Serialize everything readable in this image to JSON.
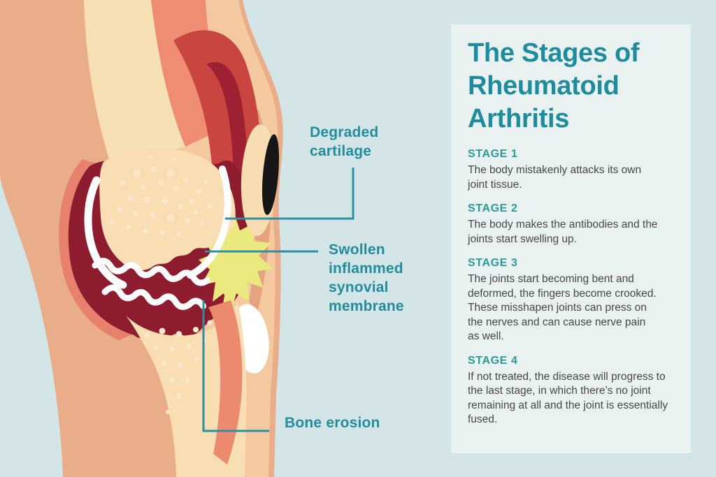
{
  "panel": {
    "title": "The Stages of\nRheumatoid\nArthritis",
    "stages": [
      {
        "heading": "STAGE 1",
        "body": "The body mistakenly attacks its own\njoint tissue."
      },
      {
        "heading": "STAGE 2",
        "body": "The body makes the antibodies and the\njoints start swelling up."
      },
      {
        "heading": "STAGE 3",
        "body": "The joints start becoming bent and\ndeformed, the fingers become crooked.\nThese misshapen joints can press on\nthe nerves and can cause nerve pain\nas well."
      },
      {
        "heading": "STAGE 4",
        "body": "If not treated, the disease will progress to\nthe last stage, in which there’s no joint\nremaining at all and the joint is essentially\nfused."
      }
    ]
  },
  "diagram": {
    "illustration": "knee-joint-rheumatoid-arthritis",
    "labels": [
      {
        "id": "degraded-cartilage",
        "text": "Degraded\ncartilage"
      },
      {
        "id": "swollen-synovial-membrane",
        "text": "Swollen\ninflammed\nsynovial\nmembrane"
      },
      {
        "id": "bone-erosion",
        "text": "Bone erosion"
      }
    ]
  },
  "colors": {
    "bg": "#d3e5e7",
    "panel-bg": "#e9f2f1",
    "title": "#1e8c9c",
    "stage-head": "#2b9a98",
    "body-text": "#474749",
    "label": "#238d9b",
    "line": "#2e8fa0"
  }
}
